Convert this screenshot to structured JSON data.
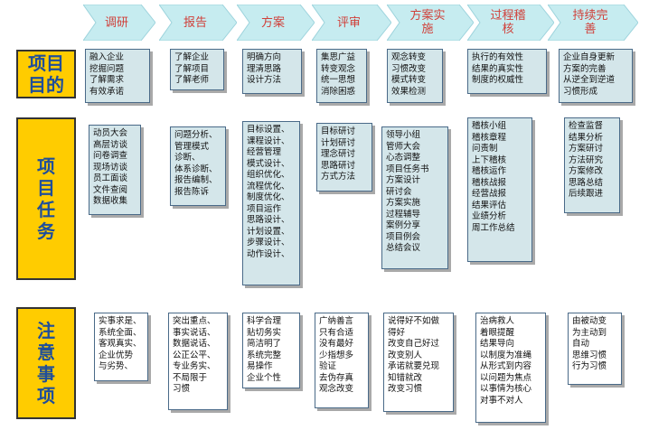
{
  "stages": [
    "调研",
    "报告",
    "方案",
    "评审",
    "方案实\n施",
    "过程稽\n核",
    "持续完\n善"
  ],
  "rows": {
    "goals": "项目\n目的",
    "tasks": "项\n目\n任\n务",
    "notes": "注\n意\n事\n项"
  },
  "goals": [
    "融入企业\n挖掘问题\n了解需求\n有效承诺",
    "了解企业\n了解项目\n了解老师",
    "明确方向\n理清思路\n设计方法",
    "集思广益\n转变观念\n统一思想\n消除困惑",
    "观念转变\n习惯改变\n模式转变\n效果检测",
    "执行的有效性\n结果的真实性\n制度的权威性",
    "企业自身更新\n方案的完善\n从逆全到逆道\n习惯形成"
  ],
  "tasks": [
    "动员大会\n高层访谈\n问卷调查\n现场访谈\n员工面谈\n文件查阅\n数据收集",
    "问题分析、\n管理模式\n诊断、\n体系诊断、\n报告编制、\n报告陈诉",
    "目标设置、\n课程设计、\n经营管理\n模式设计、\n组织优化、\n流程优化、\n制度优化、\n项目运作\n思路设计、\n计划设置、\n步骤设计、\n动作设计、",
    "目标研讨\n计划研讨\n理念研讨\n思路研讨\n方式方法",
    "领导小组\n管师大会\n心态调整\n项目任务书\n方案设计\n研讨会\n方案实施\n过程辅导\n案例分享\n项目例会\n总结会议",
    "稽核小组\n稽核章程\n问责制\n上下稽核\n稽核运作\n稽核战报\n经营战报\n结果评估\n业绩分析\n周工作总结",
    "检查监督\n结果分析\n方案研讨\n方法研究\n方案修改\n思路总结\n后续跟进"
  ],
  "notes": [
    "实事求是、\n系统全面、\n客观真实、\n企业优势\n与劣势、",
    "突出重点、\n事实说话、\n数据说话、\n公正公平、\n专业务实、\n不局限于\n习惯",
    "科学合理\n贴切务实\n简洁明了\n系统完整\n易操作\n企业个性",
    "广纳善言\n只有合适\n没有最好\n少指想多\n验证\n去伪存真\n观念改变",
    "说得好不如做\n得好\n改变自己好过\n改变别人\n承诺就要兑现\n知错就改\n改变习惯",
    "治病救人\n着眼提醒\n结果导向\n以制度为准绳\n从形式到内容\n以问题为焦点\n以事情为核心\n对事不对人",
    "由被动变\n为主动到\n自动\n思维习惯\n行为习惯"
  ]
}
